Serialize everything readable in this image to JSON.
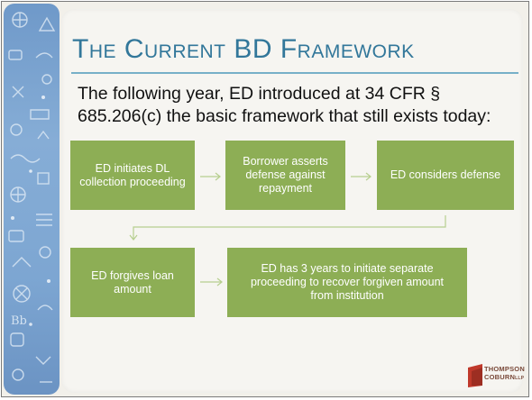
{
  "slide": {
    "title": "The Current BD Framework",
    "intro": "The following year, ED introduced at 34 CFR § 685.206(c) the basic framework that still exists today:"
  },
  "flow": {
    "steps": [
      "ED initiates DL collection proceeding",
      "Borrower asserts defense against repayment",
      "ED considers defense",
      "ED forgives loan amount",
      "ED has 3 years to initiate separate proceeding to recover forgiven amount from institution"
    ]
  },
  "logo": {
    "line1": "THOMPSON",
    "line2": "COBURN",
    "suffix": "LLP"
  },
  "colors": {
    "title": "#32779a",
    "box": "#8dae55",
    "arrow": "#b7cf8f",
    "strip": "#7da6d2",
    "logo_red": "#c0392b"
  }
}
